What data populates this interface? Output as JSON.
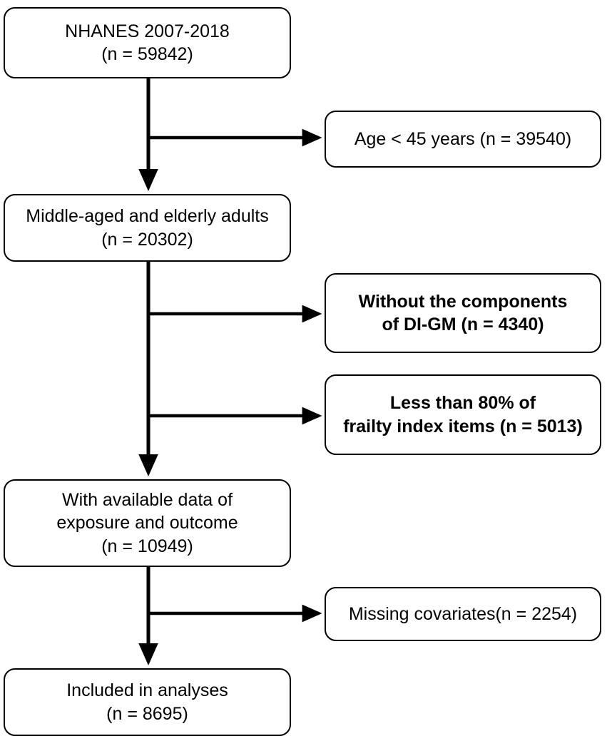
{
  "diagram": {
    "title": "NHANES participant selection flow diagram",
    "type": "flowchart",
    "line_color": "#000000",
    "box_fill": "#ffffff",
    "box_border_color": "#000000",
    "main_nodes": [
      {
        "id": "nhanes-source",
        "name": "node-nhanes-source",
        "text": "NHANES 2007-2018\n(n = 59842)",
        "count": 59842
      },
      {
        "id": "middle-aged-elderly",
        "name": "node-middle-aged-elderly",
        "text": "Middle-aged and elderly adults\n(n = 20302)",
        "count": 20302
      },
      {
        "id": "available-data",
        "name": "node-available-data",
        "text": "With available data of\nexposure and outcome\n(n = 10949)",
        "count": 10949
      },
      {
        "id": "included",
        "name": "node-included-in-analyses",
        "text": "Included in analyses\n(n = 8695)",
        "count": 8695
      }
    ],
    "exclusion_nodes": [
      {
        "id": "excl-age",
        "name": "node-exclusion-age",
        "text": "Age < 45 years (n = 39540)",
        "count": 39540,
        "bold": false
      },
      {
        "id": "excl-digm",
        "name": "node-exclusion-digm-components",
        "text": "Without the components\nof DI-GM (n = 4340)",
        "count": 4340,
        "bold": true
      },
      {
        "id": "excl-frailty",
        "name": "node-exclusion-frailty-index",
        "text": "Less than 80% of\nfrailty index items (n = 5013)",
        "count": 5013,
        "bold": false
      },
      {
        "id": "excl-covariates",
        "name": "node-exclusion-missing-covariates",
        "text": "Missing covariates(n = 2254)",
        "count": 2254,
        "bold": false
      }
    ]
  }
}
